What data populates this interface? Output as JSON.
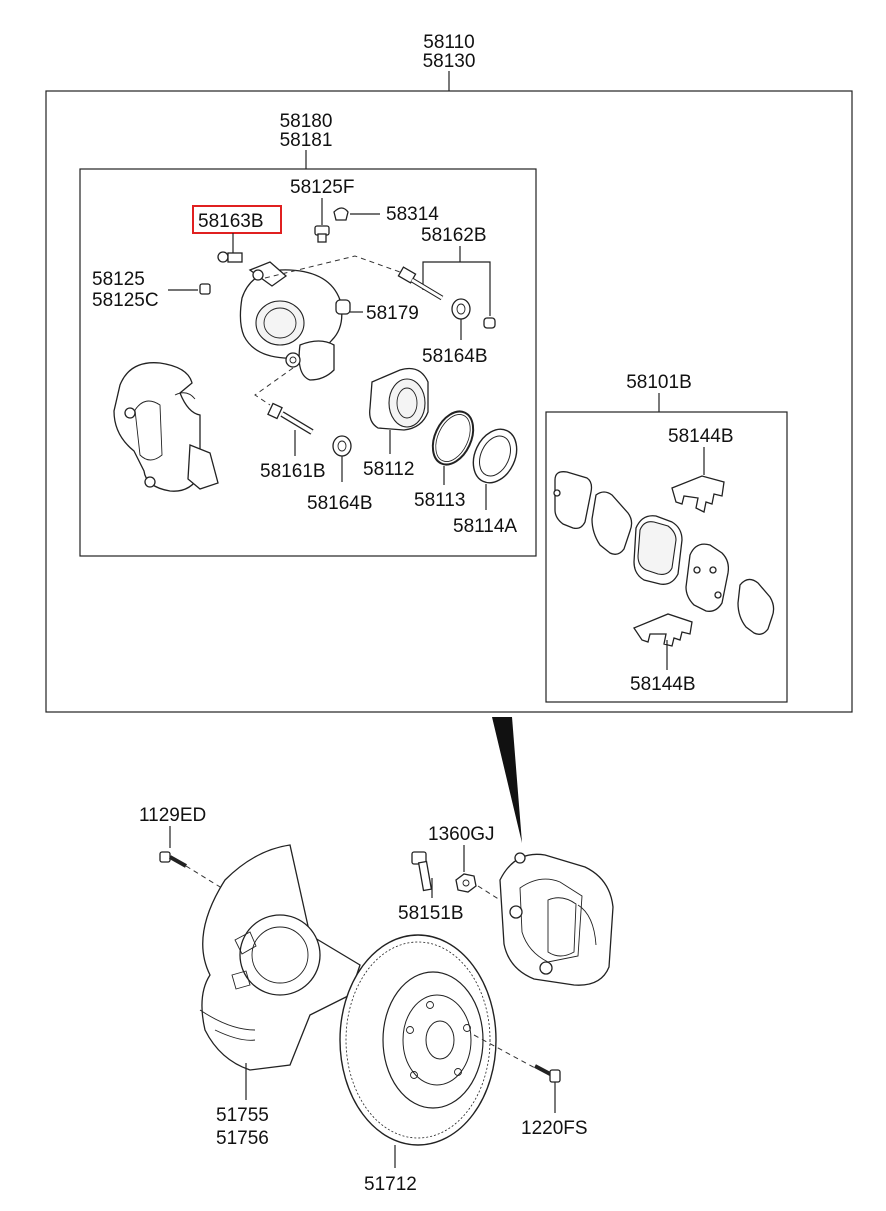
{
  "title_parts": [
    "58110",
    "58130"
  ],
  "caliper_box_labels": [
    "58180",
    "58181"
  ],
  "pad_box_label": "58101B",
  "highlighted_part": "58163B",
  "accent_color": "#e02020",
  "callouts": {
    "p58125F": "58125F",
    "p58314": "58314",
    "p58163B": "58163B",
    "p58162B": "58162B",
    "p58125": "58125",
    "p58125C": "58125C",
    "p58179": "58179",
    "p58164B_a": "58164B",
    "p58161B": "58161B",
    "p58112": "58112",
    "p58164B_b": "58164B",
    "p58113": "58113",
    "p58114A": "58114A",
    "p58144B_a": "58144B",
    "p58144B_b": "58144B",
    "p1129ED": "1129ED",
    "p1360GJ": "1360GJ",
    "p58151B": "58151B",
    "p51755": "51755",
    "p51756": "51756",
    "p1220FS": "1220FS",
    "p51712": "51712"
  }
}
